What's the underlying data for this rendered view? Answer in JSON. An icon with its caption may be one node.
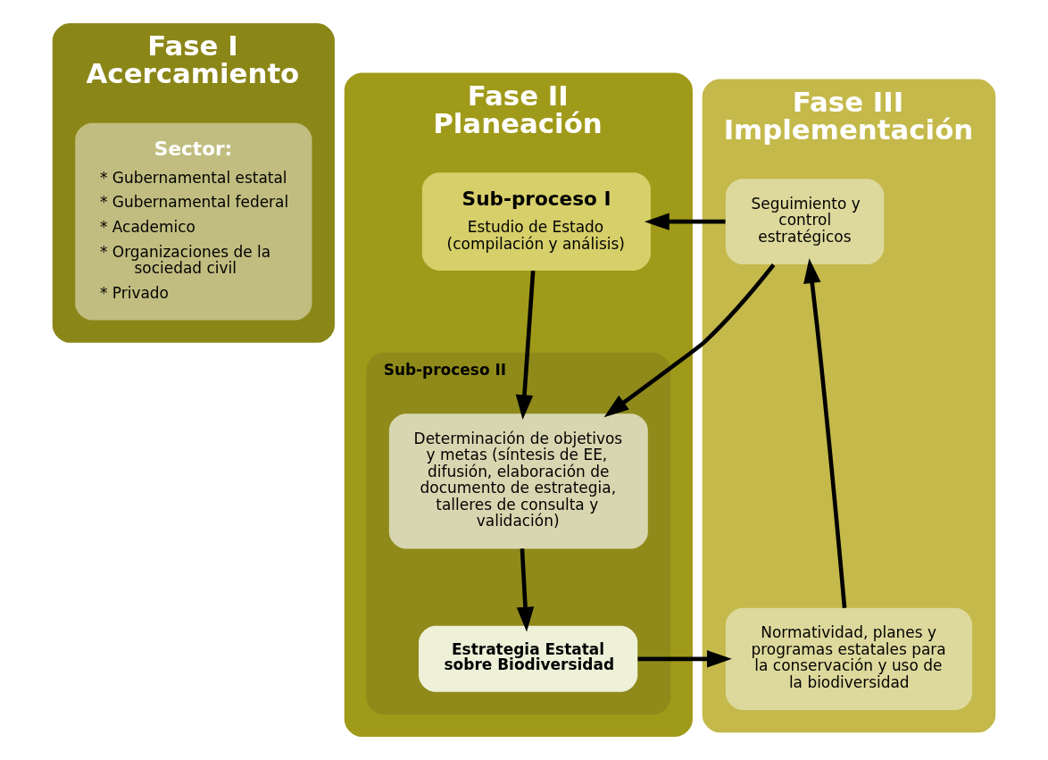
{
  "diagram": {
    "nodes": [
      {
        "text": [
          "Fase I Acercamiento"
        ]
      },
      {
        "text": [
          "Sector:",
          "* Gubernamental estatal",
          "* Gubernamental federal",
          "* Academico",
          "* Organizaciones de la sociedad civil",
          "* Privado"
        ],
        "in": 0
      },
      {
        "text": [
          "Fase II Planeación"
        ]
      },
      {
        "text": [
          "Sub-proceso I",
          "Estudio de Estado (compilación y análisis)"
        ],
        "in": 2
      },
      {
        "text": [
          "Sub-proceso II"
        ],
        "in": 2
      },
      {
        "text": [
          "Determinación de objetivos y metas (síntesis de EE, difusión, elaboración de documento de estrategia, talleres de consulta y validación)"
        ],
        "in": 4
      },
      {
        "text": [
          "Estrategia Estatal sobre Biodiversidad"
        ],
        "in": 4
      },
      {
        "text": [
          "Fase III Implementación"
        ]
      },
      {
        "text": [
          "Seguimiento y control estratégicos"
        ],
        "in": 7
      },
      {
        "text": [
          "Normatividad, planes y programas estatales para la conservación y uso de la biodiversidad"
        ],
        "in": 7
      }
    ],
    "edges": [
      {
        "from": 8,
        "to": 3,
        "arrow": "to"
      },
      {
        "from": 3,
        "to": 5,
        "arrow": "to"
      },
      {
        "from": 8,
        "to": 5,
        "arrow": "to"
      },
      {
        "from": 5,
        "to": 6,
        "arrow": "to"
      },
      {
        "from": 6,
        "to": 9,
        "arrow": "to"
      },
      {
        "from": 9,
        "to": 8,
        "arrow": "to"
      }
    ]
  }
}
